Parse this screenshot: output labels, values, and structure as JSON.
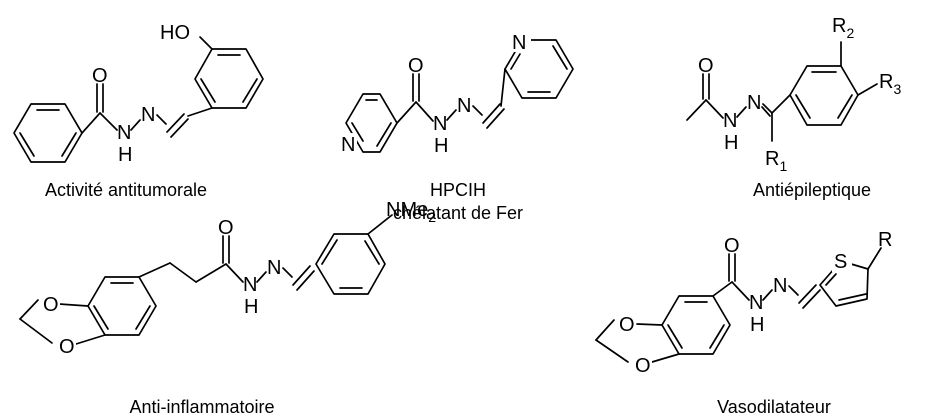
{
  "molecules": [
    {
      "caption": [
        "Activité antitumorale"
      ],
      "atoms": {
        "O": "O",
        "N": "N",
        "NH": "N",
        "H": "H",
        "HO": "HO"
      }
    },
    {
      "caption": [
        "HPCIH",
        "chélatant de Fer"
      ],
      "atoms": {
        "O": "O",
        "N": "N",
        "NH": "N",
        "H": "H",
        "Npy": "N",
        "Npyr": "N"
      }
    },
    {
      "caption": [
        "Antiépileptique"
      ],
      "atoms": {
        "O": "O",
        "N": "N",
        "NH": "N",
        "H": "H"
      },
      "substituents": [
        {
          "main": "R",
          "sub": "2"
        },
        {
          "main": "R",
          "sub": "3"
        },
        {
          "main": "R",
          "sub": "1"
        }
      ]
    },
    {
      "caption": [
        "Anti-inflammatoire"
      ],
      "atoms": {
        "O": "O",
        "N": "N",
        "NH": "N",
        "H": "H",
        "Oa": "O",
        "Ob": "O"
      },
      "substituents": [
        {
          "main": "NMe",
          "sub": "2"
        }
      ]
    },
    {
      "caption": [
        "Vasodilatateur"
      ],
      "atoms": {
        "O": "O",
        "N": "N",
        "NH": "N",
        "H": "H",
        "Oa": "O",
        "Ob": "O",
        "S": "S",
        "R": "R"
      }
    }
  ]
}
